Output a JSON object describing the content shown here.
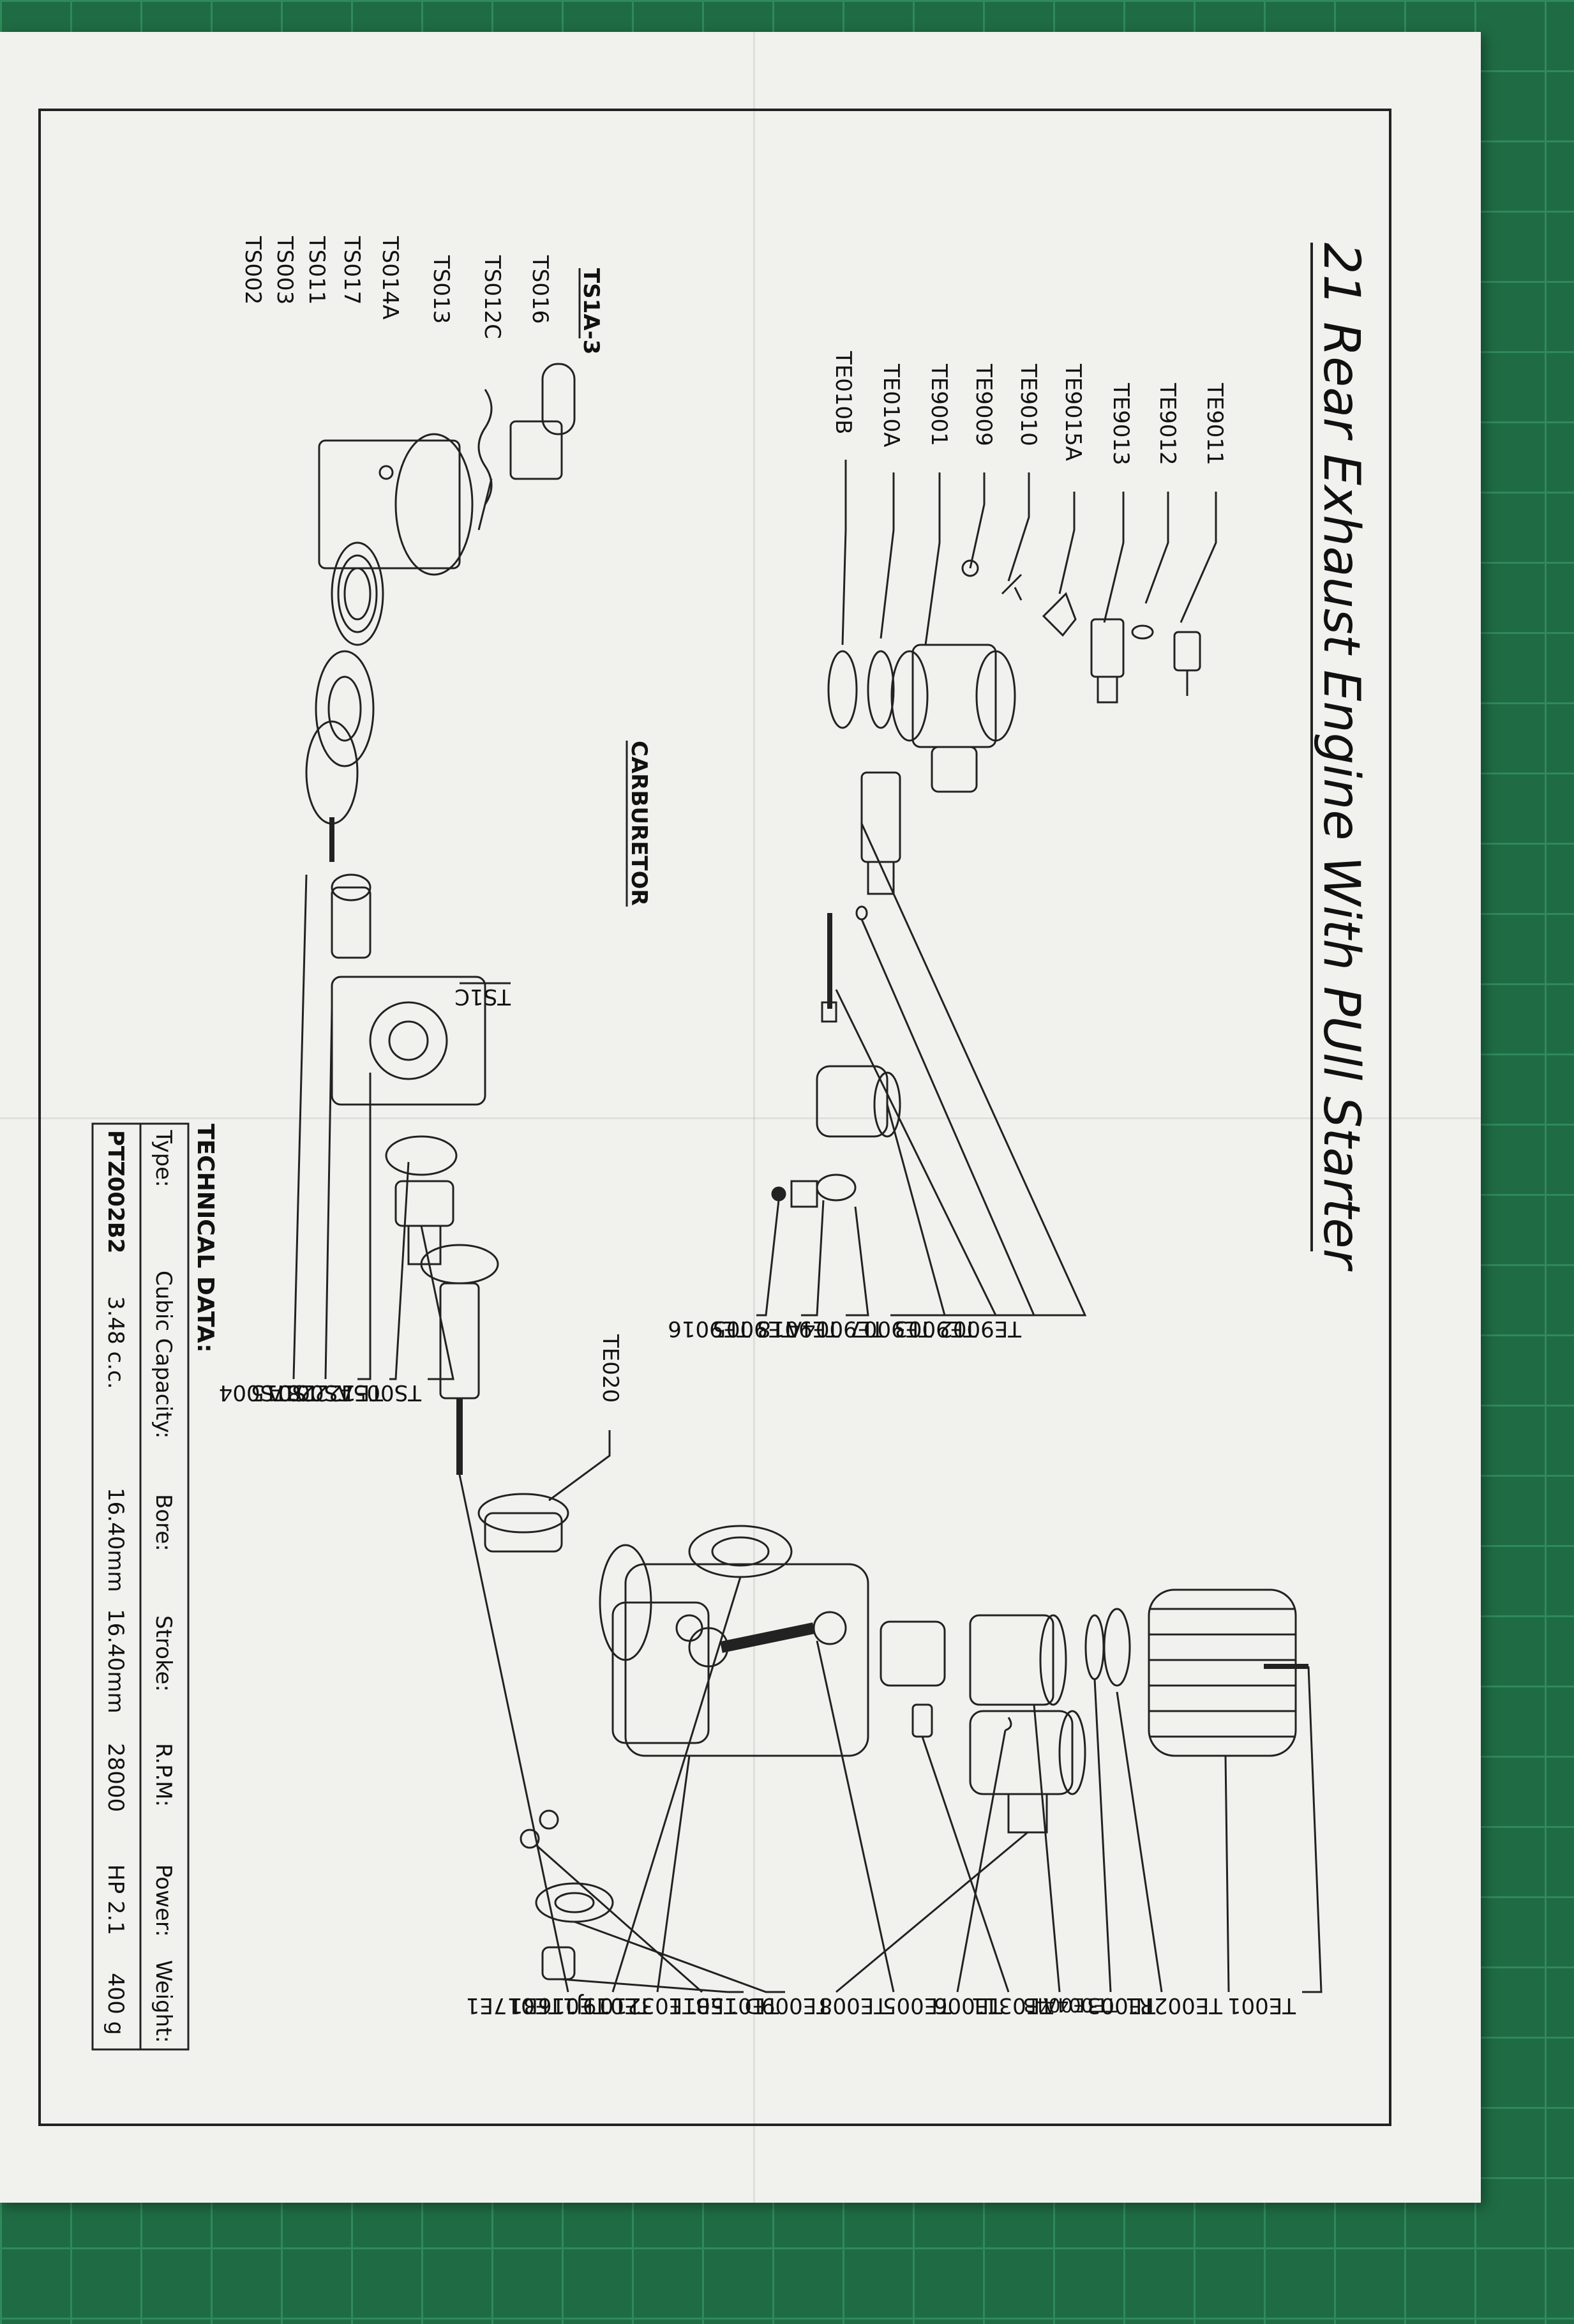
{
  "title": "21 Rear Exhaust Engine With PUll Starter",
  "section_labels": {
    "carburetor": "CARBURETOR",
    "ts1c": "TS1C",
    "ts1a3": "TS1A-3"
  },
  "carb_left_labels": [
    "TE9011",
    "TE9012",
    "TE9013",
    "TE9015A",
    "TE9010",
    "TE9009",
    "TE9001",
    "TE010A",
    "TE010B"
  ],
  "carb_bottom_labels": [
    "TE9002",
    "TE9003",
    "TE9007",
    "TE9004A",
    "TE9018",
    "TE9005",
    "TE9016"
  ],
  "starter_left_labels": [
    "TS016",
    "TS012C",
    "TS013",
    "TS014A",
    "TS017",
    "TS011",
    "TS003",
    "TS002"
  ],
  "starter_bottom_labels": [
    "TS005A",
    "TE12228",
    "TS001A",
    "TS015",
    "TS004"
  ],
  "engine_labels": [
    "TE020",
    "TE001",
    "TE002R1",
    "TE003",
    "TE004A",
    "TE004B",
    "TE0311",
    "TE006",
    "TE005",
    "TE008",
    "TE009D",
    "TE015B",
    "TE011",
    "TE03210",
    "TE019J1",
    "TE016B1",
    "TE017E1"
  ],
  "technical_data": {
    "heading": "TECHNICAL DATA:",
    "headers": [
      "Type:",
      "Cubic Capacity:",
      "Bore:",
      "Stroke:",
      "R.P.M:",
      "Power:",
      "Weight:"
    ],
    "values": [
      "PTZ002B2",
      "3.48 c.c.",
      "16.40mm",
      "16.40mm",
      "28000",
      "HP 2.1",
      "400 g"
    ]
  },
  "colors": {
    "mat": "#1f6b44",
    "grid": "#2f8a5a",
    "paper": "#f1f1ee",
    "ink": "#222222"
  }
}
